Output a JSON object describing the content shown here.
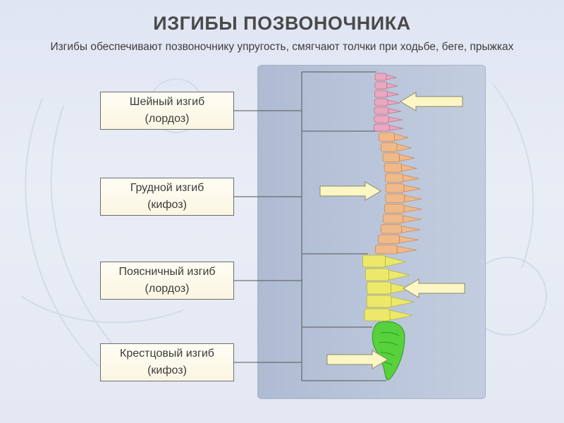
{
  "header": {
    "title": "ИЗГИБЫ ПОЗВОНОЧНИКА",
    "subtitle": "Изгибы обеспечивают позвоночнику упругость, смягчают толчки при ходьбе, беге, прыжках"
  },
  "curves": [
    {
      "line1": "Шейный изгиб",
      "line2": "(лордоз)"
    },
    {
      "line1": "Грудной изгиб",
      "line2": "(кифоз)"
    },
    {
      "line1": "Поясничный изгиб",
      "line2": "(лордоз)"
    },
    {
      "line1": "Крестцовый изгиб",
      "line2": "(кифоз)"
    }
  ],
  "colors": {
    "cervical": "#e9a7c0",
    "thoracic": "#f0b98a",
    "lumbar": "#ece86a",
    "sacral": "#57d13c",
    "arrow": "#fbf6c4"
  },
  "arrows": [
    {
      "region": "cervical",
      "direction": "left"
    },
    {
      "region": "thoracic",
      "direction": "right"
    },
    {
      "region": "lumbar",
      "direction": "left"
    },
    {
      "region": "sacral",
      "direction": "right"
    }
  ]
}
